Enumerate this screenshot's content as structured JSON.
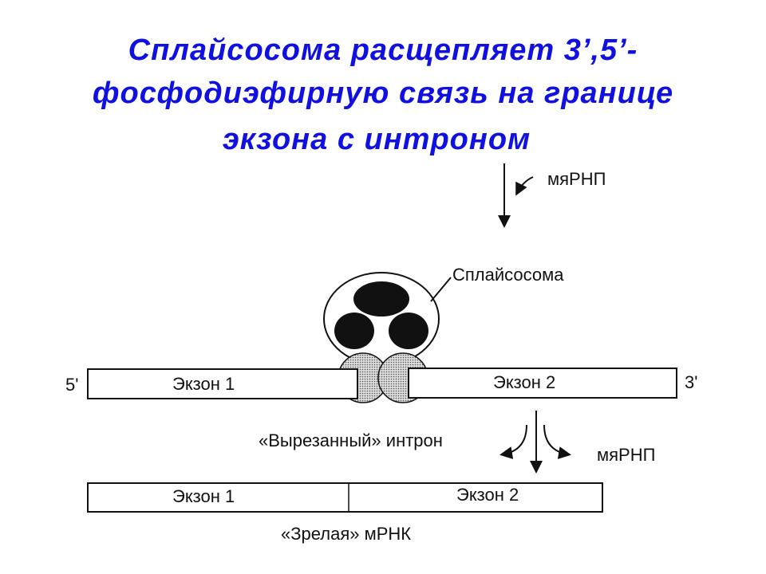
{
  "slide": {
    "title_lines": [
      "Сплайсосома расщепляет 3’,5’-",
      "фосфодиэфирную связь на границе",
      "экзона с интроном"
    ],
    "accent_color": "#1010e0"
  },
  "diagram": {
    "snrnp_top": "мяРНП",
    "spliceosome": "Сплайсосома",
    "five_prime": "5'",
    "three_prime": "3'",
    "exon1": "Экзон 1",
    "exon2": "Экзон 2",
    "excised_intron": "«Вырезанный» интрон",
    "snrnp_bottom": "мяРНП",
    "mature_exon1": "Экзон 1",
    "mature_exon2": "Экзон 2",
    "mature_mrna": "«Зрелая» мРНК"
  }
}
